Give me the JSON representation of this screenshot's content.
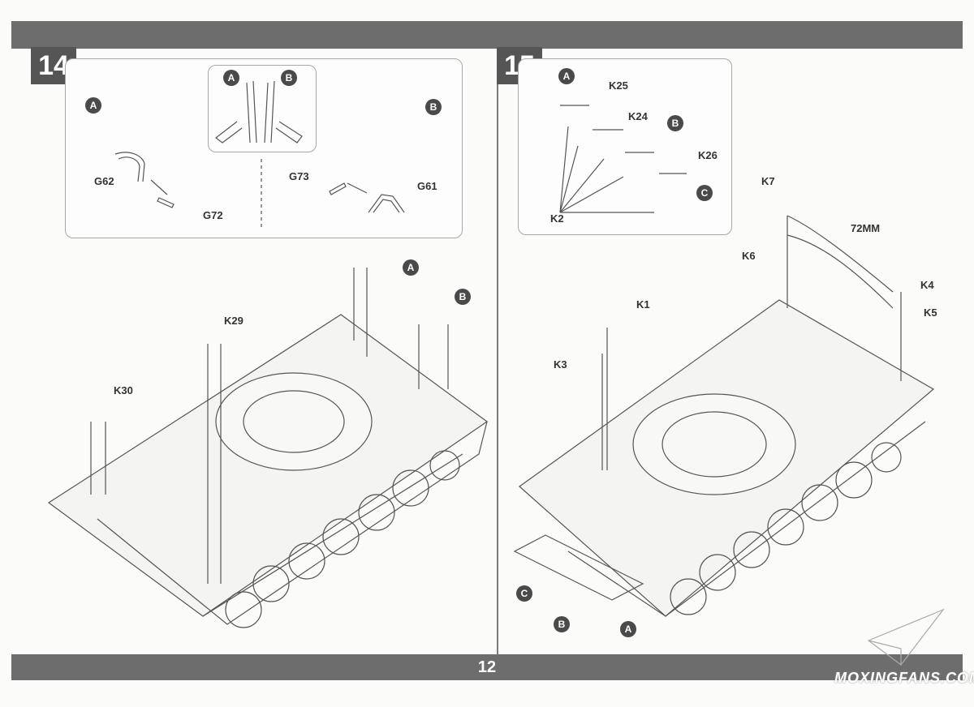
{
  "page_number": "12",
  "watermark": "MOXINGFANS.COM",
  "step14": {
    "number": "14",
    "labels": {
      "A": "A",
      "B": "B",
      "G62": "G62",
      "G72": "G72",
      "G73": "G73",
      "G61": "G61",
      "K29": "K29",
      "K30": "K30"
    }
  },
  "step15": {
    "number": "15",
    "labels": {
      "A": "A",
      "B": "B",
      "C": "C",
      "K25": "K25",
      "K24": "K24",
      "K26": "K26",
      "K2": "K2",
      "K7": "K7",
      "K6": "K6",
      "K4": "K4",
      "K5": "K5",
      "K1": "K1",
      "K3": "K3",
      "length": "72MM"
    }
  },
  "icons": [
    "paper-plane-logo-icon"
  ]
}
